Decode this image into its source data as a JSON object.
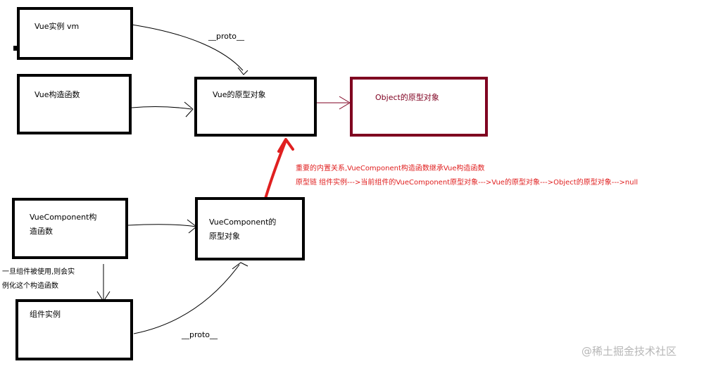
{
  "boxes": {
    "vm": "Vue实例 vm",
    "vue_ctor": "Vue构造函数",
    "vue_proto": "Vue的原型对象",
    "obj_proto": "Object的原型对象",
    "vc_ctor_line1": "VueComponent构",
    "vc_ctor_line2": "造函数",
    "vc_proto_line1": "VueComponent的",
    "vc_proto_line2": "原型对象",
    "instance": "组件实例"
  },
  "labels": {
    "proto_top": "__proto__",
    "proto_bottom": "__proto__",
    "usage_line1": "一旦组件被使用,则会实",
    "usage_line2": "例化这个构造函数"
  },
  "notes": {
    "line1": "重要的内置关系,VueComponent构造函数继承Vue构造函数",
    "line2": "原型链 组件实例--->当前组件的VueComponent原型对象--->Vue的原型对象--->Object的原型对象--->null"
  },
  "watermark": "@稀土掘金技术社区",
  "colors": {
    "accent_red": "#e02020",
    "dark_red": "#7f0020"
  }
}
